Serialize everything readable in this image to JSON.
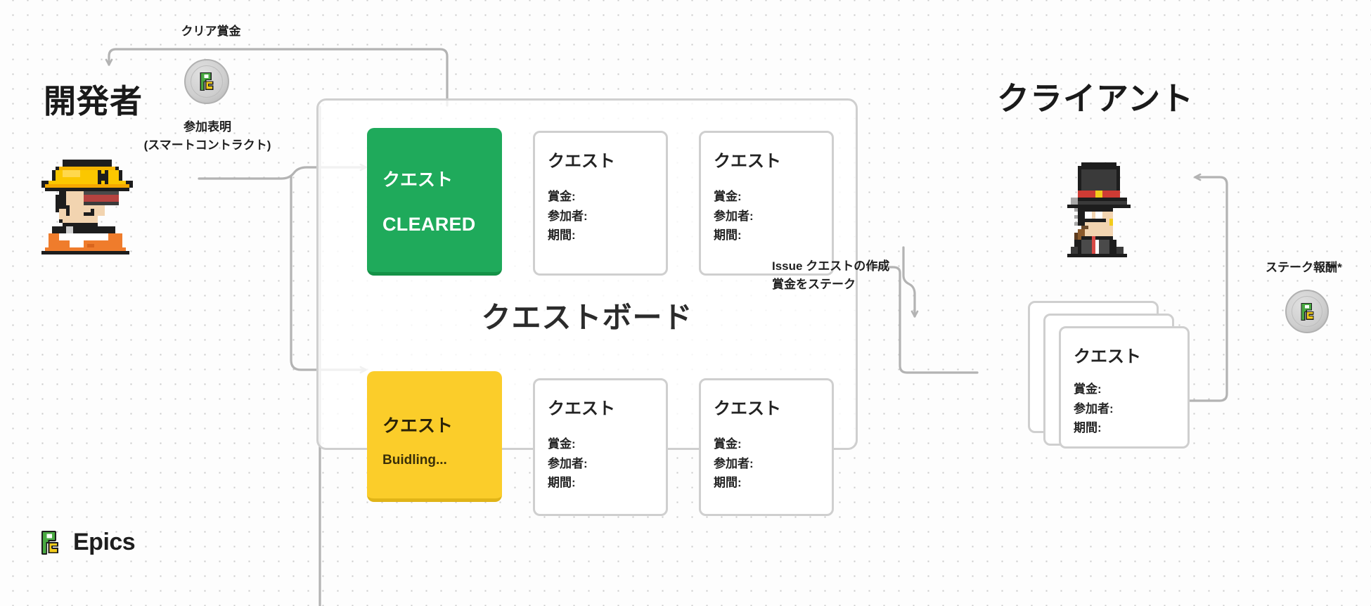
{
  "diagram": {
    "title_hidden": "Epics quest board flow",
    "brand": {
      "name": "Epics",
      "logo_icon": "epics-pe-logo-icon",
      "green": "#49A942",
      "yellow": "#F2CB1B"
    },
    "colors": {
      "background": "#fdfdfd",
      "dot_grid": "#c9c9c9",
      "wire": "#b3b3b3",
      "card_border": "#cfcfcf",
      "cleared_green": "#1faa5b",
      "building_yellow": "#fbcd2a",
      "text_dark": "#1a1a1a"
    }
  },
  "actors": {
    "developer": {
      "title": "開発者",
      "avatar_icon": "developer-hardhat-avatar-icon"
    },
    "client": {
      "title": "クライアント",
      "avatar_icon": "client-tophat-avatar-icon"
    }
  },
  "flows": {
    "clear_reward": {
      "label": "クリア賞金",
      "coin_icon": "epics-coin-icon"
    },
    "join_declaration": {
      "line1": "参加表明",
      "line2": "(スマートコントラクト)"
    },
    "issue_creation": {
      "line1": "Issue クエストの作成",
      "line2": "賞金をステーク"
    },
    "stake_reward": {
      "label": "ステーク報酬*",
      "coin_icon": "epics-coin-icon"
    }
  },
  "board": {
    "title": "クエストボード",
    "rows": [
      {
        "id": "row-cleared",
        "featured": {
          "title": "クエスト",
          "status": "CLEARED",
          "state": "cleared"
        },
        "cards": [
          {
            "title": "クエスト",
            "fields": [
              "賞金:",
              "参加者:",
              "期間:"
            ]
          },
          {
            "title": "クエスト",
            "fields": [
              "賞金:",
              "参加者:",
              "期間:"
            ]
          }
        ]
      },
      {
        "id": "row-building",
        "featured": {
          "title": "クエスト",
          "status": "Buidling...",
          "state": "building"
        },
        "cards": [
          {
            "title": "クエスト",
            "fields": [
              "賞金:",
              "参加者:",
              "期間:"
            ]
          },
          {
            "title": "クエスト",
            "fields": [
              "賞金:",
              "参加者:",
              "期間:"
            ]
          }
        ]
      }
    ]
  },
  "client_quest_stack": {
    "ghost_count": 2,
    "front_card": {
      "title": "クエスト",
      "fields": [
        "賞金:",
        "参加者:",
        "期間:"
      ]
    }
  }
}
